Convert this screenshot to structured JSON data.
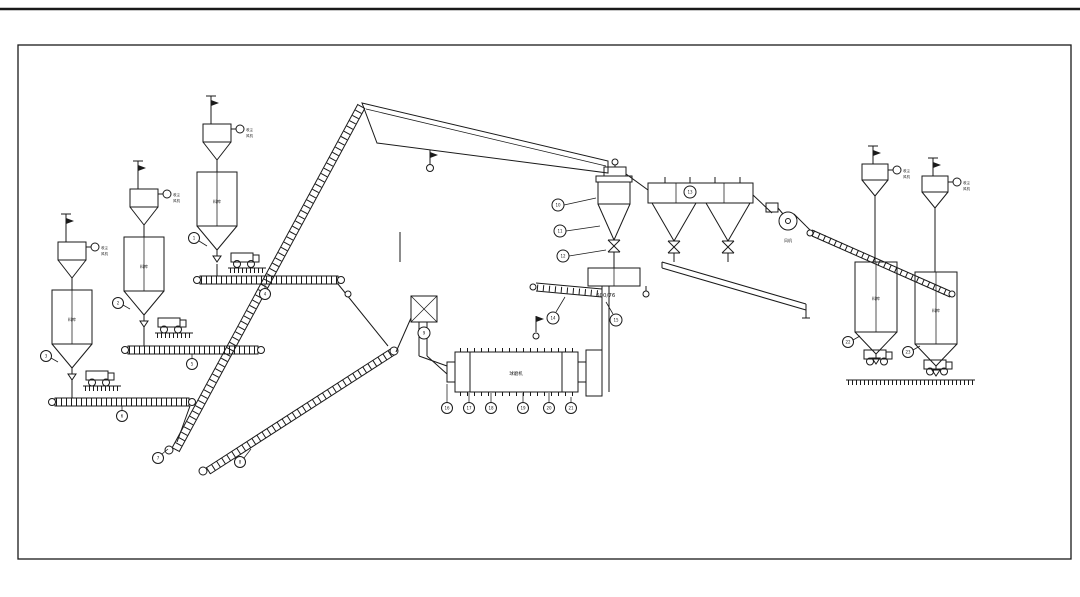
{
  "meta": {
    "type": "process-flow-diagram",
    "sheet": "cad-line-drawing"
  },
  "colors": {
    "line": "#1a1a1a",
    "background": "#ffffff"
  },
  "labels": {
    "elevator_spec": "600/76",
    "mill": "球磨机",
    "fan": "风机",
    "silo": "料库",
    "filter_top": "收尘",
    "filter_bottom": "风机"
  },
  "tags": {
    "t1": "1",
    "t2": "2",
    "t3": "3",
    "t4": "4",
    "t5": "5",
    "t6": "6",
    "t7": "7",
    "t8": "8",
    "t9": "9",
    "t10": "10",
    "t11": "11",
    "t12": "12",
    "t13": "13",
    "t14": "14",
    "t15": "15",
    "t16": "16",
    "t17": "17",
    "t18": "18",
    "t19": "19",
    "t20": "20",
    "t21": "21",
    "t22": "22",
    "t23": "23"
  }
}
